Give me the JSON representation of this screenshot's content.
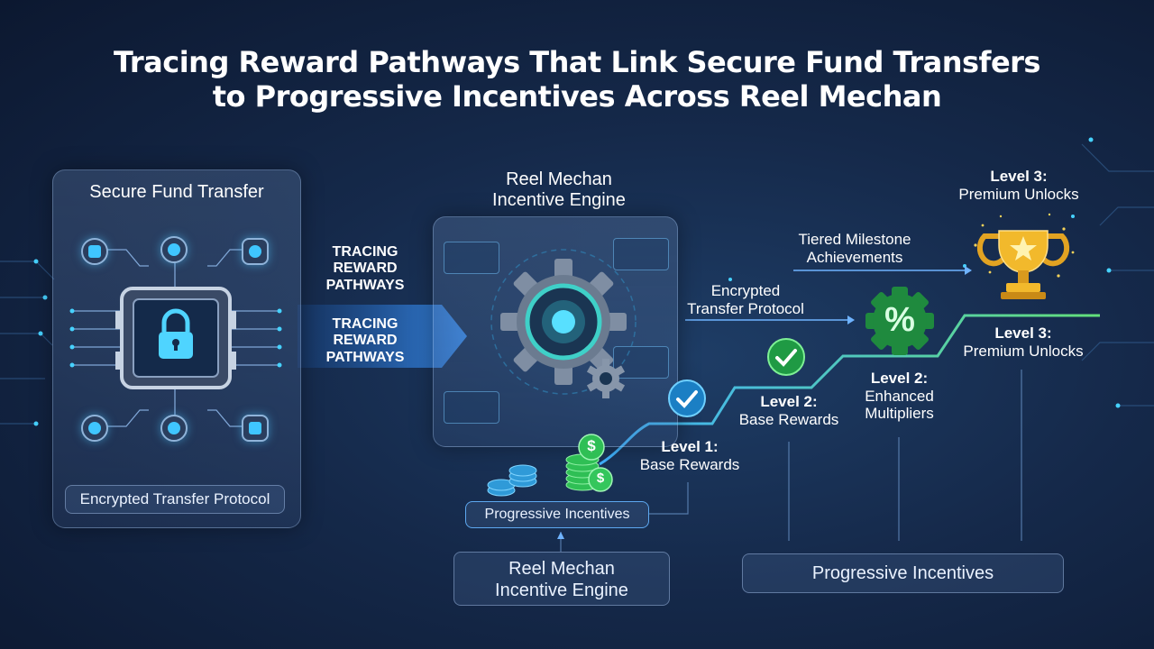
{
  "title": {
    "line1": "Tracing Reward Pathways That Link Secure Fund Transfers",
    "line2": "to Progressive Incentives Across Reel Mechan"
  },
  "secure_panel": {
    "title": "Secure Fund Transfer",
    "footer": "Encrypted Transfer Protocol"
  },
  "arrow_labels": {
    "upper": [
      "TRACING",
      "REWARD",
      "PATHWAYS"
    ],
    "lower": [
      "TRACING",
      "REWARD",
      "PATHWAYS"
    ]
  },
  "engine": {
    "title_line1": "Reel Mechan",
    "title_line2": "Incentive Engine"
  },
  "pathway": {
    "encrypted_line1": "Encrypted",
    "encrypted_line2": "Transfer Protocol",
    "tiered_line1": "Tiered Milestone",
    "tiered_line2": "Achievements",
    "level1_title": "Level 1:",
    "level1_sub": "Base Rewards",
    "level2a_title": "Level 2:",
    "level2a_sub": "Base Rewards",
    "level2b_title": "Level 2:",
    "level2b_sub1": "Enhanced",
    "level2b_sub2": "Multipliers",
    "level3_top_title": "Level 3:",
    "level3_top_sub": "Premium Unlocks",
    "level3_mid_title": "Level 3:",
    "level3_mid_sub": "Premium Unlocks",
    "percent_symbol": "%",
    "dollar_symbol": "$"
  },
  "bottom": {
    "progressive_small": "Progressive Incentives",
    "engine_box_line1": "Reel Mechan",
    "engine_box_line2": "Incentive Engine",
    "progressive_large": "Progressive Incentives"
  },
  "colors": {
    "accent_cyan": "#3fc6ff",
    "reward_green": "#2fbf55",
    "trophy_gold": "#f2b92c"
  }
}
